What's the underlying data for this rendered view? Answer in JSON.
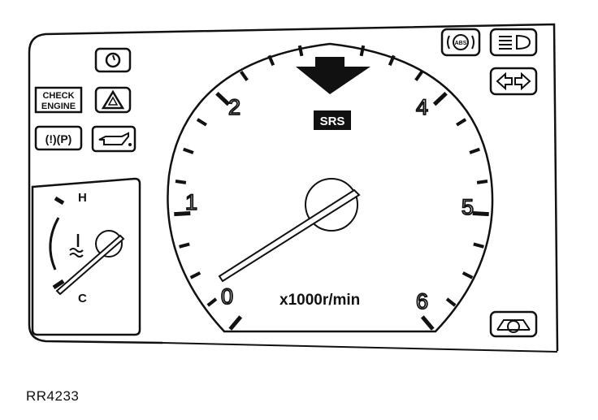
{
  "tachometer": {
    "scale_labels": [
      "0",
      "1",
      "2",
      "4",
      "5",
      "6"
    ],
    "unit": "x1000r/min",
    "airbag_label": "SRS"
  },
  "warning_lights": {
    "check_engine_line1": "CHECK",
    "check_engine_line2": "ENGINE",
    "brake_text": "(!)(P)",
    "abs_text": "ABS"
  },
  "temperature_gauge": {
    "hot_label": "H",
    "cold_label": "C"
  },
  "icons": [
    "cruise-icon",
    "check-engine-icon",
    "hazard-icon",
    "brake-icon",
    "oil-pressure-icon",
    "abs-icon",
    "headlight-icon",
    "turn-signal-icon",
    "tyre-pressure-icon",
    "coolant-icon"
  ],
  "figure_ref": "RR4233"
}
